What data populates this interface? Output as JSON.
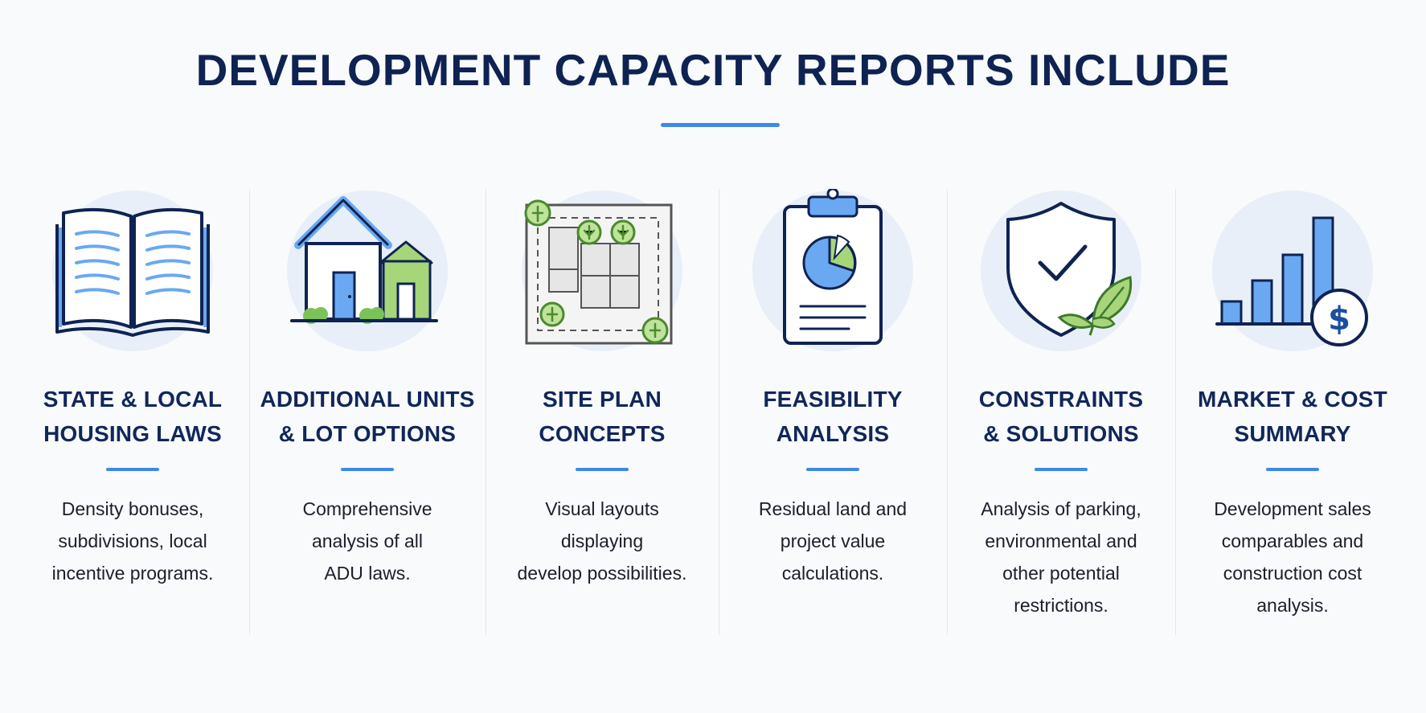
{
  "header": {
    "title": "DEVELOPMENT CAPACITY REPORTS INCLUDE"
  },
  "colors": {
    "navy": "#10275a",
    "accent_blue": "#3c8ae6",
    "icon_blue": "#6aa8f2",
    "icon_green": "#a7d57a",
    "circle_bg": "#e9eff8"
  },
  "features": [
    {
      "icon": "open-book-icon",
      "title_lines": [
        "STATE & LOCAL",
        "HOUSING LAWS"
      ],
      "desc_lines": [
        "Density bonuses,",
        "subdivisions, local",
        "incentive programs."
      ]
    },
    {
      "icon": "house-adu-icon",
      "title_lines": [
        "ADDITIONAL UNITS",
        "& LOT OPTIONS"
      ],
      "desc_lines": [
        "Comprehensive",
        "analysis of all",
        "ADU laws."
      ]
    },
    {
      "icon": "site-plan-icon",
      "title_lines": [
        "SITE PLAN",
        "CONCEPTS"
      ],
      "desc_lines": [
        "Visual layouts",
        "displaying",
        "develop possibilities."
      ]
    },
    {
      "icon": "clipboard-chart-icon",
      "title_lines": [
        "FEASIBILITY",
        "ANALYSIS"
      ],
      "desc_lines": [
        "Residual land and",
        "project value",
        "calculations."
      ]
    },
    {
      "icon": "shield-leaf-icon",
      "title_lines": [
        "CONSTRAINTS",
        "& SOLUTIONS"
      ],
      "desc_lines": [
        "Analysis of parking,",
        "environmental and",
        "other potential",
        "restrictions."
      ]
    },
    {
      "icon": "bar-chart-dollar-icon",
      "title_lines": [
        "MARKET & COST",
        "SUMMARY"
      ],
      "desc_lines": [
        "Development sales",
        "comparables and",
        "construction cost",
        "analysis."
      ]
    }
  ]
}
